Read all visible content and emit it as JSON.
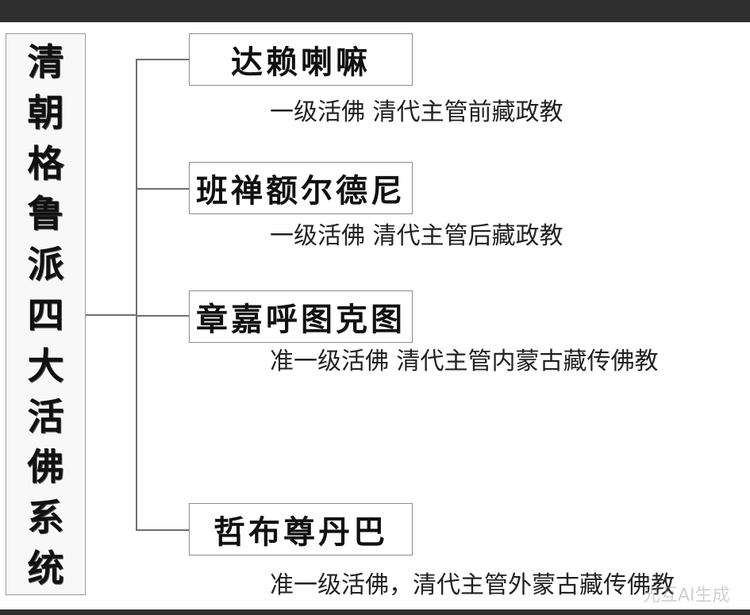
{
  "title": "清朝格鲁派四大活佛系统",
  "title_chars": [
    "清",
    "朝",
    "格",
    "鲁",
    "派",
    "四",
    "大",
    "活",
    "佛",
    "系",
    "统"
  ],
  "branches": [
    {
      "name": "达赖喇嘛",
      "desc": "一级活佛  清代主管前藏政教"
    },
    {
      "name": "班禅额尔德尼",
      "desc": "一级活佛  清代主管后藏政教"
    },
    {
      "name": "章嘉呼图克图",
      "desc": "准一级活佛  清代主管内蒙古藏传佛教"
    },
    {
      "name": "哲布尊丹巴",
      "desc": "准一级活佛，清代主管外蒙古藏传佛教"
    }
  ],
  "watermark": "光互AI生成"
}
